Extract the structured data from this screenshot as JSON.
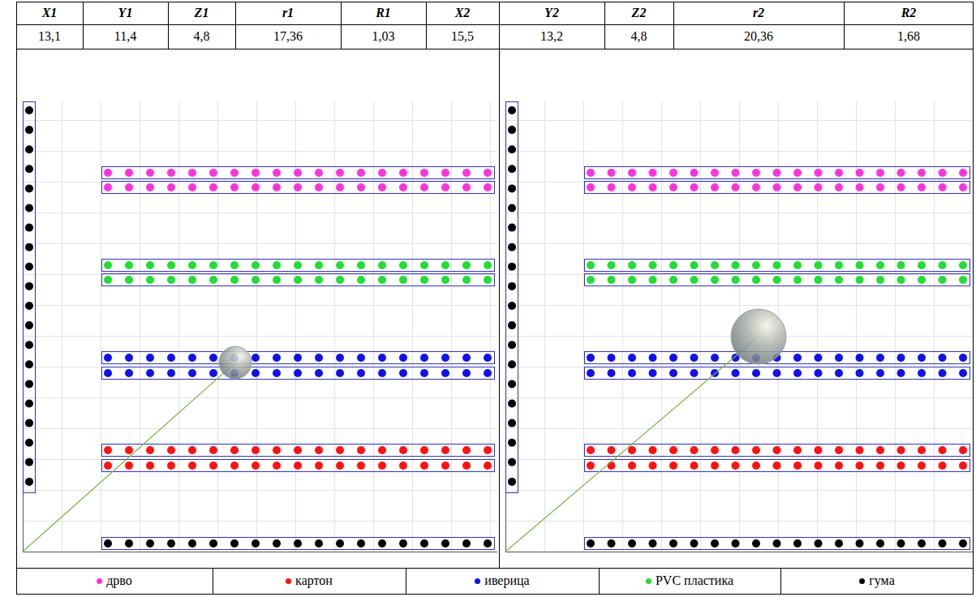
{
  "diagram": {
    "labels": [
      "X1",
      "Y1",
      "Z1",
      "r1",
      "R1",
      "X2",
      "Y2",
      "Z2",
      "r2",
      "R2",
      "13,1",
      "11,4",
      "4,8",
      "17,36",
      "1,03",
      "15,5",
      "13,2",
      "4,8",
      "20,36",
      "1,68"
    ],
    "legend": [
      {
        "text": "дрво",
        "color": "#ff33dd"
      },
      {
        "text": "картон",
        "color": "#ff1111"
      },
      {
        "text": "иверица",
        "color": "#1111ee"
      },
      {
        "text": "PVC пластика",
        "color": "#22dd33"
      },
      {
        "text": "гума",
        "color": "#000000"
      }
    ]
  }
}
